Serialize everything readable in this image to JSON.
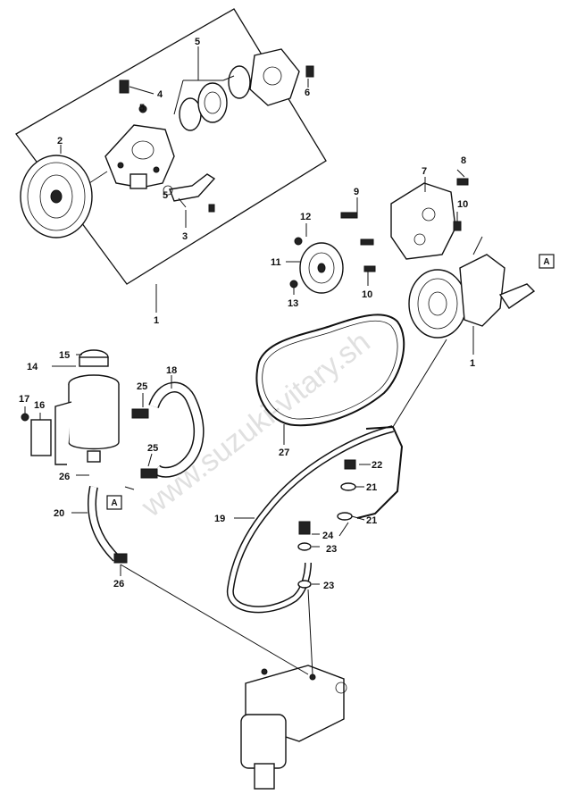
{
  "watermark": "www.suzuki-vitary.sh",
  "ref_marker": "A",
  "callouts": {
    "c1_top": "1",
    "c2": "2",
    "c3": "3",
    "c4": "4",
    "c5_a": "5",
    "c5_b": "5",
    "c5_c": "5",
    "c6": "6",
    "c7": "7",
    "c8": "8",
    "c9": "9",
    "c10_a": "10",
    "c10_b": "10",
    "c11": "11",
    "c12": "12",
    "c13": "13",
    "c1_pump": "1",
    "c14": "14",
    "c15": "15",
    "c16": "16",
    "c17": "17",
    "c18": "18",
    "c19": "19",
    "c20": "20",
    "c21_a": "21",
    "c21_b": "21",
    "c22": "22",
    "c23_a": "23",
    "c23_b": "23",
    "c24": "24",
    "c25_a": "25",
    "c25_b": "25",
    "c26_a": "26",
    "c26_b": "26",
    "c27": "27"
  }
}
